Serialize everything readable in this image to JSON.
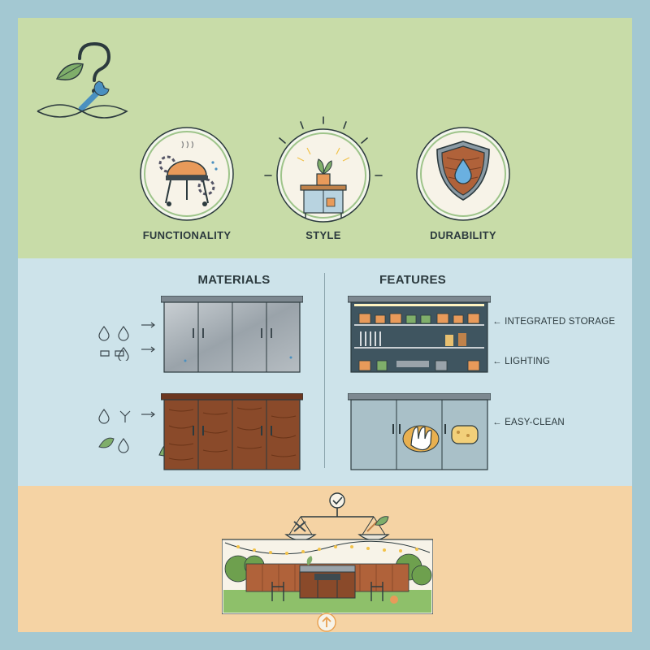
{
  "pillars": [
    {
      "label": "FUNCTIONALITY",
      "icon": "grill-gears-icon"
    },
    {
      "label": "STYLE",
      "icon": "plant-cabinet-icon"
    },
    {
      "label": "DURABILITY",
      "icon": "shield-drop-icon"
    }
  ],
  "sections": {
    "materials_title": "MATERIALS",
    "features_title": "FEATURES"
  },
  "features": {
    "integrated_storage": "INTEGRATED STORAGE",
    "lighting": "LIGHTING",
    "easy_clean": "EASY-CLEAN"
  },
  "colors": {
    "top_panel": "#c8dca8",
    "middle_panel": "#cde3ea",
    "bottom_panel": "#f5d3a4",
    "frame": "#a3c8d2",
    "wood": "#8a4a2a",
    "steel": "#a9b2b8",
    "accent_orange": "#e89a5a"
  }
}
